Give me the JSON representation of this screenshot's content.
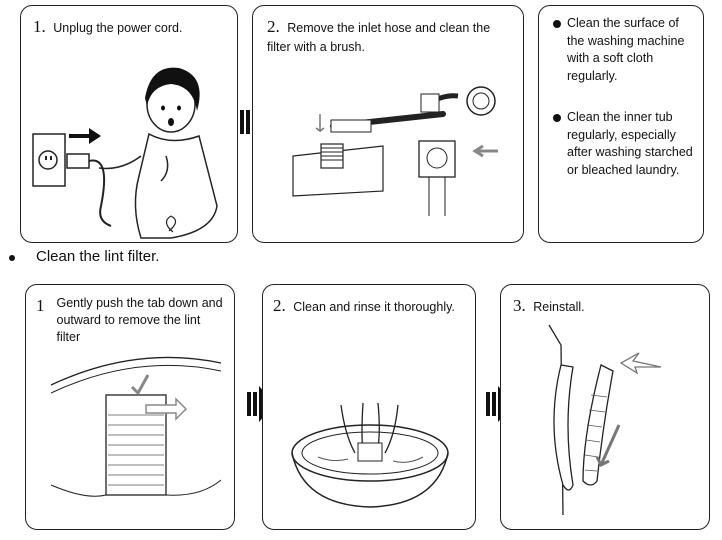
{
  "top": {
    "step1": {
      "num": "1.",
      "text": "Unplug the power cord."
    },
    "step2": {
      "num": "2.",
      "text": "Remove the inlet hose and clean the filter with a brush."
    },
    "bullets": [
      "Clean the surface of the washing machine with a soft cloth regularly.",
      "Clean the inner tub regularly, especially after washing starched or bleached laundry."
    ]
  },
  "section": {
    "title": "Clean the lint filter."
  },
  "bottom": {
    "step1": {
      "num": "1",
      "text": "Gently push the tab down and outward to remove the lint filter"
    },
    "step2": {
      "num": "2.",
      "text": "Clean and rinse it thoroughly."
    },
    "step3": {
      "num": "3.",
      "text": "Reinstall."
    }
  }
}
